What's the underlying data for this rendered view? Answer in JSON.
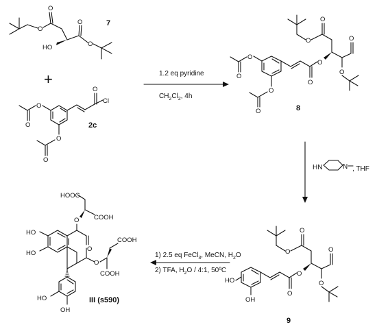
{
  "compounds": {
    "c7": {
      "number": "7",
      "labels": {
        "ho": "HO"
      }
    },
    "c2c": {
      "number": "2c",
      "labels": {
        "cl": "Cl"
      }
    },
    "c8": {
      "number": "8"
    },
    "c9": {
      "number": "9",
      "labels": {
        "ho_top": "HO",
        "ho_bottom": "OH"
      }
    },
    "c3": {
      "number": "III (s590)",
      "labels": {
        "hoocc": "HOOC",
        "cooh1": "COOH",
        "cooh2": "COOH",
        "cooh3": "COOH",
        "ho1": "HO",
        "ho2": "HO",
        "ho3": "HO",
        "oh4": "OH"
      }
    }
  },
  "plus_sign": "+",
  "oxygen_label": "O",
  "steps": {
    "step1": {
      "line1": "1.2 eq pyridine",
      "line2_main": "CH",
      "line2_sub1": "2",
      "line2_mid": "Cl",
      "line2_sub2": "2",
      "line2_tail": ", 4h"
    },
    "step2": {
      "amine_label": "HN",
      "amine_n_label": "N",
      "solvent": ", THF"
    },
    "step3": {
      "line1_a": "1) 2.5 eq FeCl",
      "line1_sub": "3",
      "line1_b": ", MeCN, H",
      "line1_sub2": "2",
      "line1_c": "O",
      "line2_a": "2) TFA, H",
      "line2_sub": "2",
      "line2_b": "O / 4:1, 50ºC"
    }
  }
}
